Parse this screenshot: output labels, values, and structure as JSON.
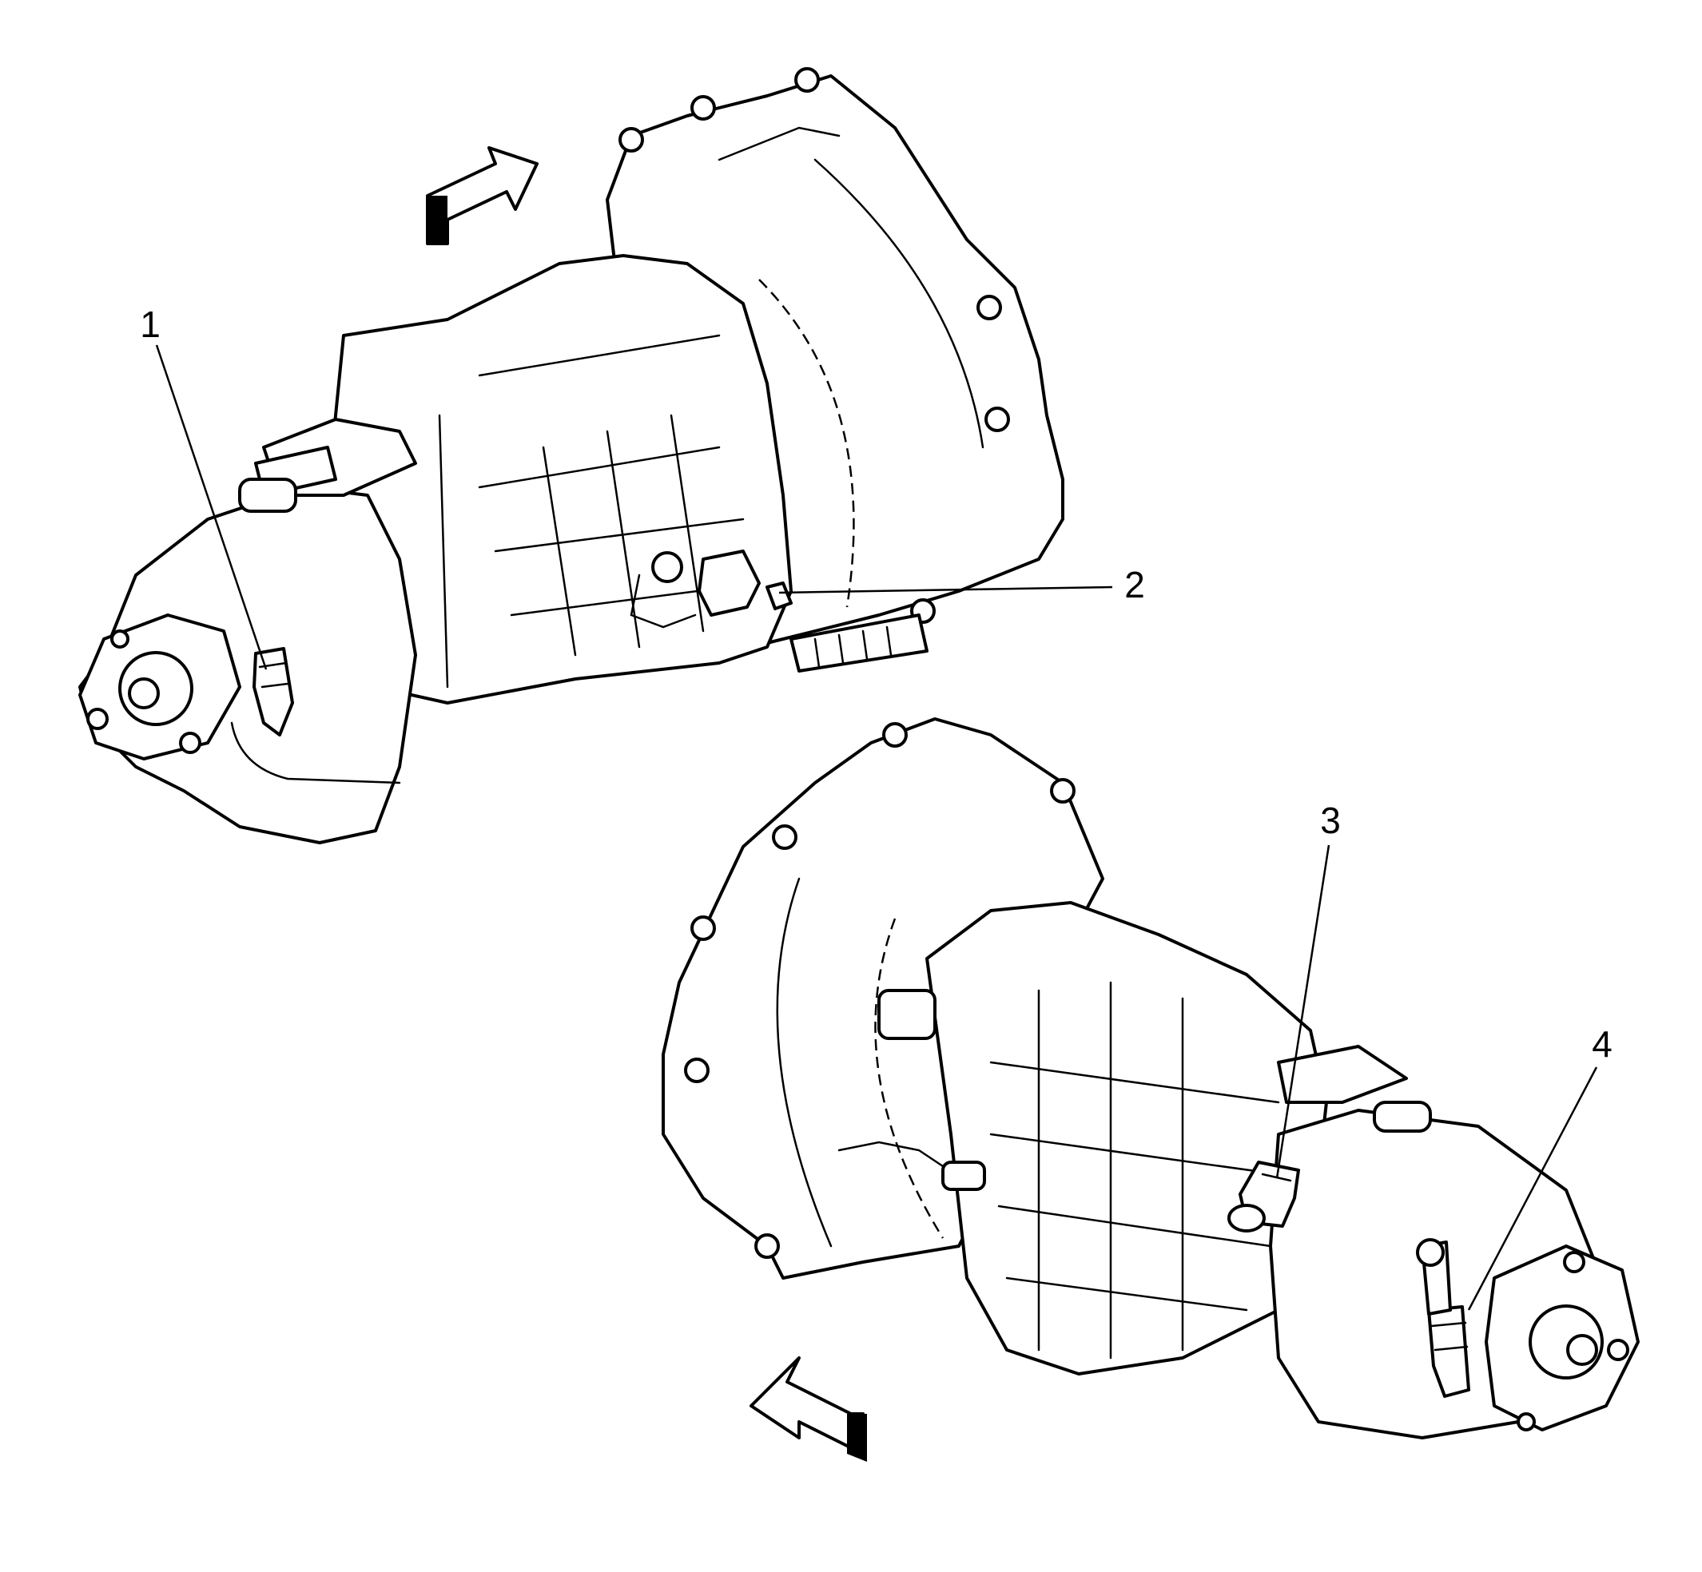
{
  "diagram": {
    "callouts": [
      {
        "id": "1",
        "label": "1"
      },
      {
        "id": "2",
        "label": "2"
      },
      {
        "id": "3",
        "label": "3"
      },
      {
        "id": "4",
        "label": "4"
      }
    ],
    "icons": [
      "front-direction-arrow-icon",
      "front-direction-arrow-icon"
    ]
  }
}
